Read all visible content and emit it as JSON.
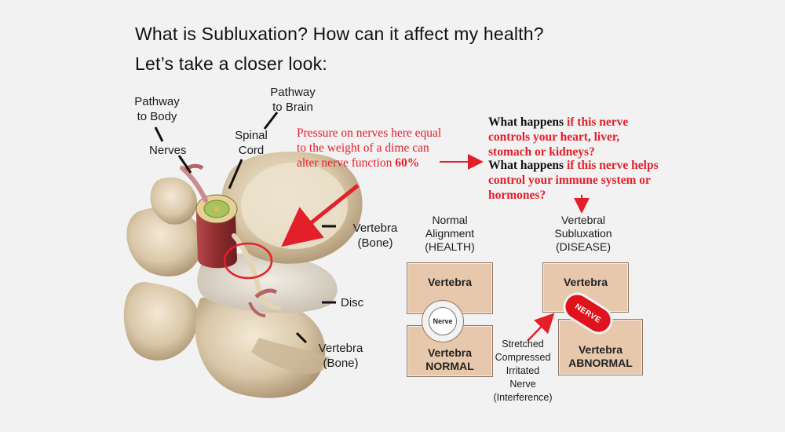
{
  "heading": {
    "line1": "What is Subluxation? How can it affect my health?",
    "line2": "Let’s take a closer look:"
  },
  "anatomy_labels": {
    "pathway_body": [
      "Pathway",
      "to Body"
    ],
    "pathway_brain": [
      "Pathway",
      "to Brain"
    ],
    "nerves": "Nerves",
    "spinal_cord": [
      "Spinal",
      "Cord"
    ],
    "vertebra_top": [
      "Vertebra",
      "(Bone)"
    ],
    "disc": "Disc",
    "vertebra_bottom": [
      "Vertebra",
      "(Bone)"
    ]
  },
  "pressure_note": {
    "line1": "Pressure on nerves here equal",
    "line2": "to the weight of a dime can",
    "line3": "alter nerve function ",
    "line3_bold": "60%"
  },
  "questions": {
    "q1_black": "What happens ",
    "q1_red": [
      "if this nerve",
      "controls your heart, liver,",
      "stomach or kidneys?"
    ],
    "q2_black": "What happens ",
    "q2_red": [
      "if this nerve helps",
      "control your immune system or",
      "hormones?"
    ]
  },
  "normal": {
    "title": [
      "Normal",
      "Alignment",
      "(HEALTH)"
    ],
    "top_box": "Vertebra",
    "nerve": "Nerve",
    "bottom_box": [
      "Vertebra",
      "NORMAL"
    ]
  },
  "subluxation": {
    "title": [
      "Vertebral",
      "Subluxation",
      "(DISEASE)"
    ],
    "top_box": "Vertebra",
    "nerve": "NERVE",
    "bottom_box": [
      "Vertebra",
      "ABNORMAL"
    ]
  },
  "interference_note": [
    "Stretched",
    "Compressed",
    "Irritated",
    "Nerve",
    "(Interference)"
  ],
  "colors": {
    "accent_red": "#e3202a",
    "vertebra_box": "#e8c8ad",
    "background": "#f2f2f2"
  }
}
